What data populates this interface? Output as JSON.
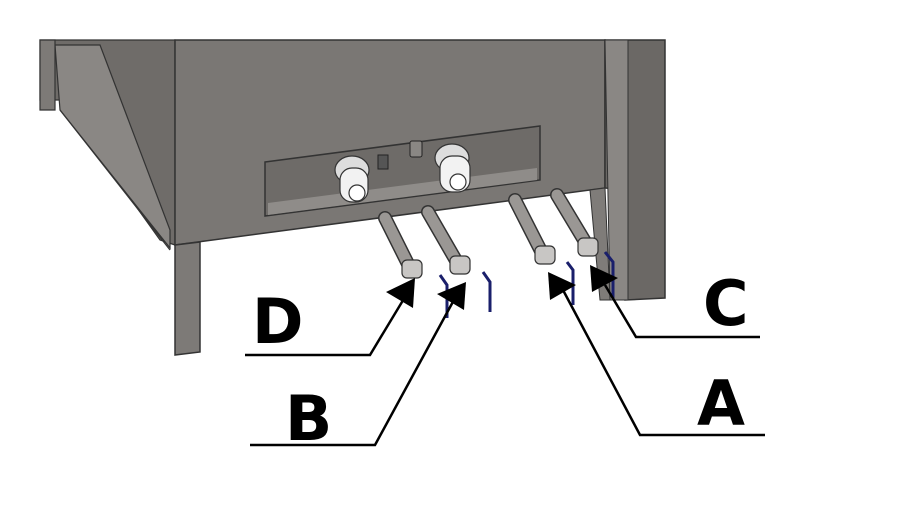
{
  "labels": {
    "d": "D",
    "b": "B",
    "a": "A",
    "c": "C"
  },
  "colors": {
    "cabinet": "#7a7774",
    "cabinet_dark": "#5f5c59",
    "handle": "#1a1f6b",
    "fitting": "#f2f2f2"
  }
}
